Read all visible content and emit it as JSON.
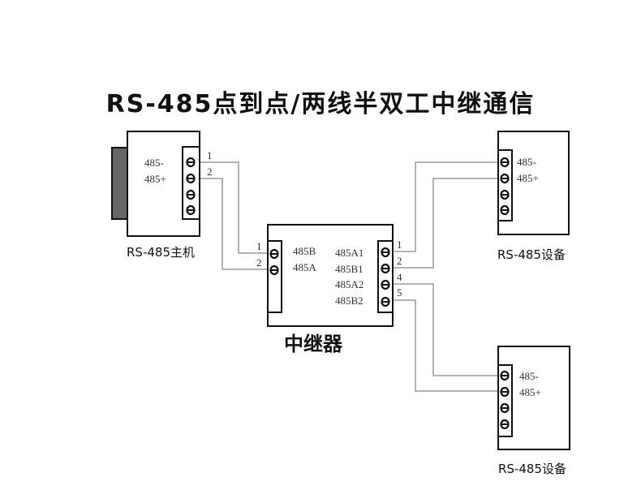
{
  "title": "RS-485点到点/两线半双工中继通信",
  "host": {
    "label": "RS-485主机",
    "pins": [
      "485-",
      "485+"
    ],
    "wire_numbers": [
      "1",
      "2"
    ]
  },
  "repeater": {
    "label": "中继器",
    "left_pins": [
      "485B",
      "485A"
    ],
    "left_wire_numbers": [
      "1",
      "2"
    ],
    "right_pins": [
      "485A1",
      "485B1",
      "485A2",
      "485B2"
    ],
    "right_wire_numbers": [
      "1",
      "2",
      "4",
      "5"
    ]
  },
  "devices": [
    {
      "label": "RS-485设备",
      "pins": [
        "485-",
        "485+"
      ]
    },
    {
      "label": "RS-485设备",
      "pins": [
        "485-",
        "485+"
      ]
    }
  ],
  "colors": {
    "wire": "#888888",
    "outline": "#111111",
    "host_side": "#666666"
  }
}
